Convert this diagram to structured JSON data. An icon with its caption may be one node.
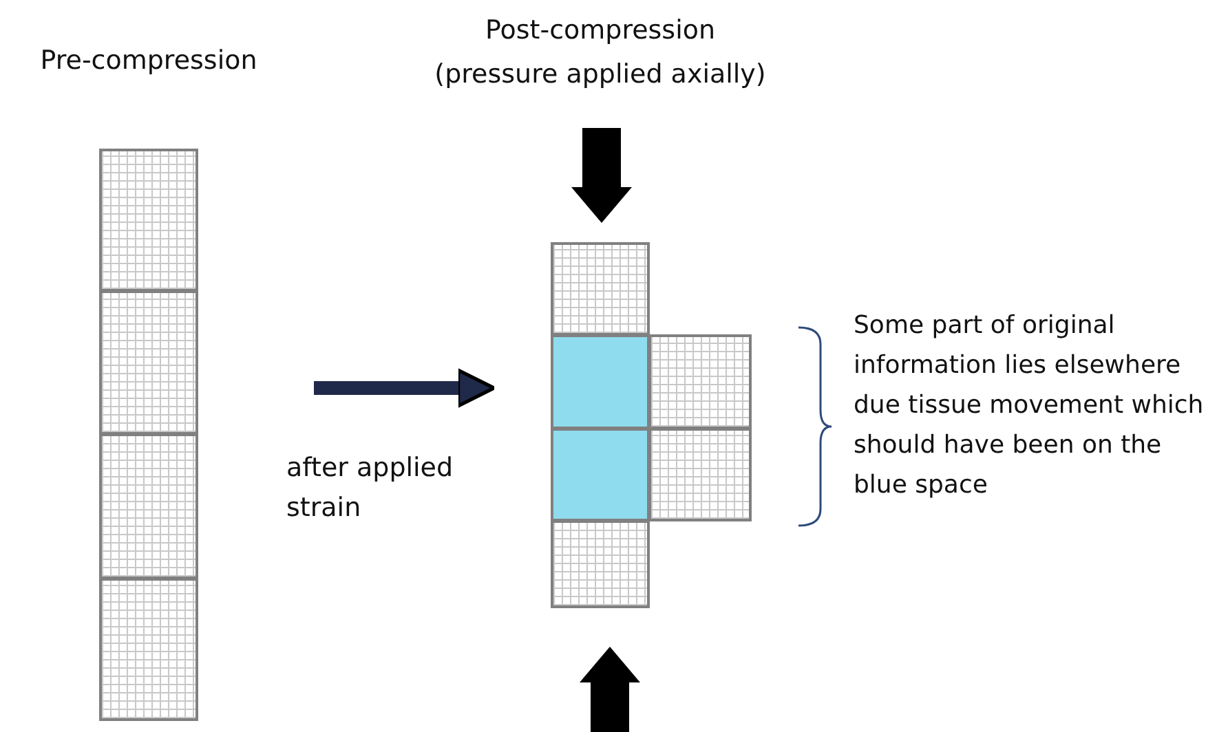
{
  "diagram": {
    "nodes": [
      {
        "text": [
          "Pre-compression"
        ]
      },
      {
        "text": [],
        "shape": "box",
        "in": 0
      },
      {
        "text": [],
        "shape": "box",
        "in": 0
      },
      {
        "text": [],
        "shape": "box",
        "in": 0
      },
      {
        "text": [],
        "shape": "box",
        "in": 0
      },
      {
        "text": [
          "Post-compression (pressure applied axially)"
        ]
      },
      {
        "text": [],
        "shape": "box",
        "in": 5
      },
      {
        "text": [],
        "shape": "box",
        "in": 5
      },
      {
        "text": [],
        "shape": "box",
        "in": 5
      },
      {
        "text": [],
        "shape": "box",
        "in": 5
      },
      {
        "text": [],
        "shape": "box"
      },
      {
        "text": [],
        "shape": "box"
      }
    ],
    "edges": [
      {
        "from": 0,
        "to": 5,
        "arrow": "to",
        "label": "after applied strain"
      }
    ],
    "labels": [
      "Some part of original information lies elsewhere due tissue movement which should have been on the blue space"
    ]
  }
}
